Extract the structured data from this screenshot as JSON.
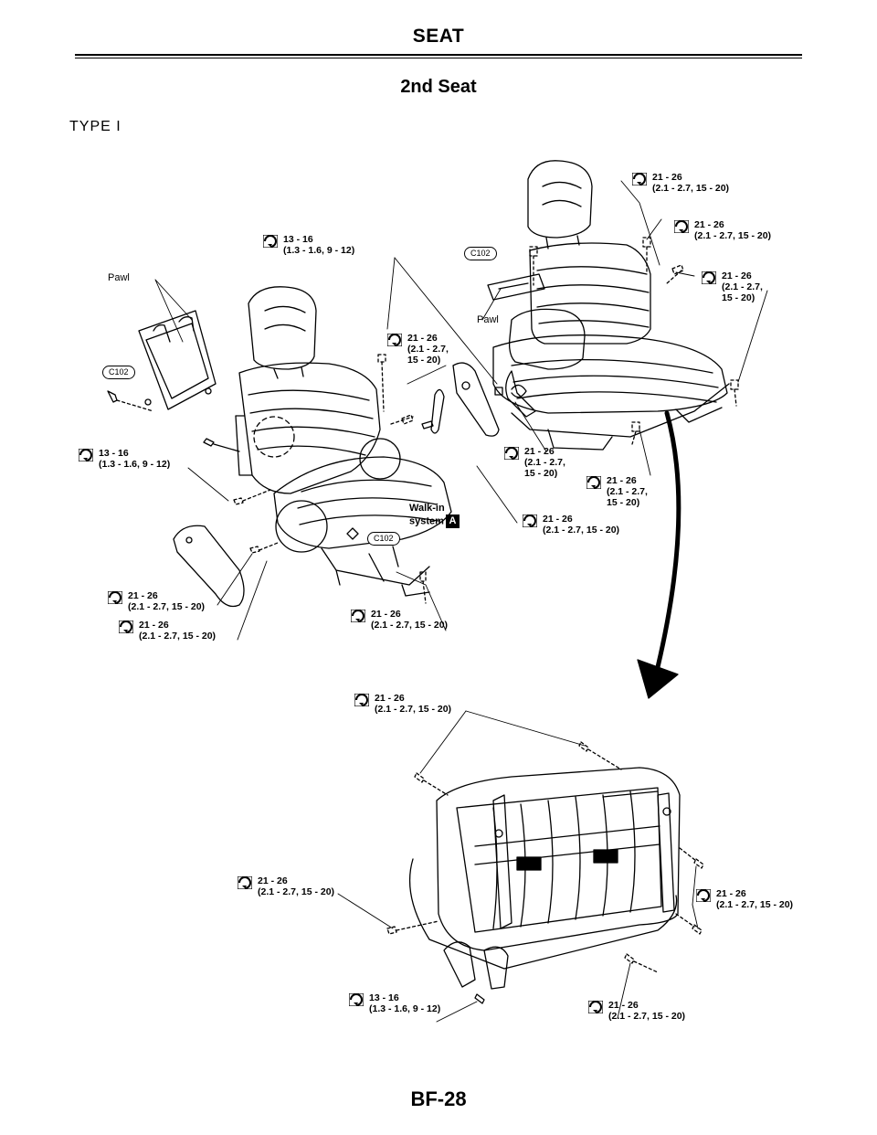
{
  "header": {
    "title": "SEAT",
    "subtitle": "2nd Seat",
    "type_label": "TYPE I"
  },
  "labels": {
    "pawl": "Pawl",
    "connector": "C102",
    "walk_in": "Walk-in",
    "system": "system",
    "system_badge": "A"
  },
  "torque_specs": [
    {
      "id": "t1",
      "line1": "21 - 26",
      "line2": "(2.1 - 2.7, 15 - 20)"
    },
    {
      "id": "t2",
      "line1": "21 - 26",
      "line2": "(2.1 - 2.7, 15 - 20)"
    },
    {
      "id": "t3",
      "line1": "21 - 26",
      "line2": "(2.1 - 2.7,",
      "line3": "15 - 20)"
    },
    {
      "id": "t4",
      "line1": "13 - 16",
      "line2": "(1.3 - 1.6, 9 - 12)"
    },
    {
      "id": "t5",
      "line1": "21 - 26",
      "line2": "(2.1 - 2.7,",
      "line3": "15 - 20)"
    },
    {
      "id": "t6",
      "line1": "13 - 16",
      "line2": "(1.3 - 1.6, 9 - 12)"
    },
    {
      "id": "t7",
      "line1": "21 - 26",
      "line2": "(2.1 - 2.7,",
      "line3": "15 - 20)"
    },
    {
      "id": "t8",
      "line1": "21 - 26",
      "line2": "(2.1 - 2.7,",
      "line3": "15 - 20)"
    },
    {
      "id": "t9",
      "line1": "21 - 26",
      "line2": "(2.1 - 2.7, 15 - 20)"
    },
    {
      "id": "t10",
      "line1": "21 - 26",
      "line2": "(2.1 - 2.7, 15 - 20)"
    },
    {
      "id": "t11",
      "line1": "21 - 26",
      "line2": "(2.1 - 2.7, 15 - 20)"
    },
    {
      "id": "t12",
      "line1": "21 - 26",
      "line2": "(2.1 - 2.7, 15 - 20)"
    },
    {
      "id": "t13",
      "line1": "21 - 26",
      "line2": "(2.1 - 2.7, 15 - 20)"
    },
    {
      "id": "t14",
      "line1": "21 - 26",
      "line2": "(2.1 - 2.7, 15 - 20)"
    },
    {
      "id": "t15",
      "line1": "21 - 26",
      "line2": "(2.1 - 2.7, 15 - 20)"
    },
    {
      "id": "t16",
      "line1": "13 - 16",
      "line2": "(1.3 - 1.6, 9 - 12)"
    },
    {
      "id": "t17",
      "line1": "21 - 26",
      "line2": "(2.1 - 2.7, 15 - 20)"
    }
  ],
  "footer": {
    "page_number": "BF-28"
  }
}
